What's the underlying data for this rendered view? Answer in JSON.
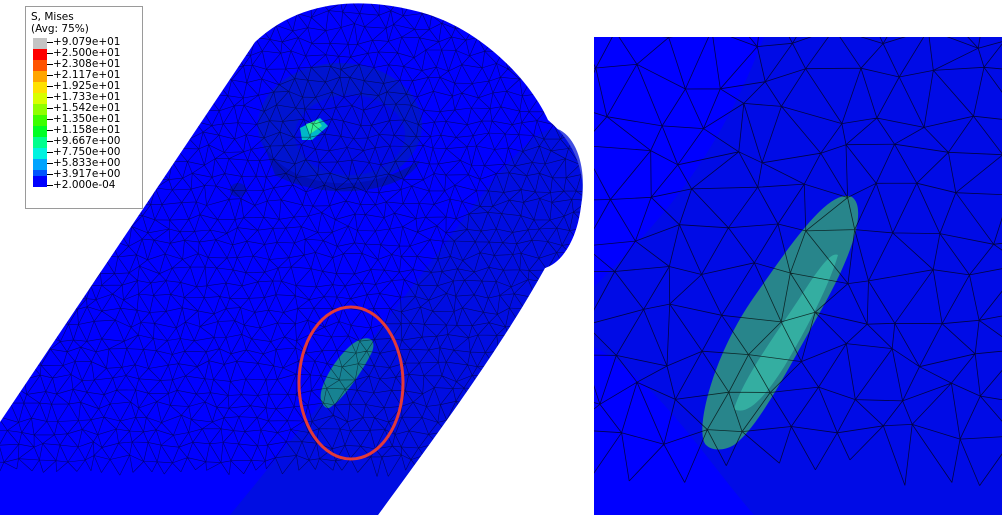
{
  "legend": {
    "title": "S, Mises",
    "subtitle": "(Avg: 75%)",
    "levels": [
      "+9.079e+01",
      "+2.500e+01",
      "+2.308e+01",
      "+2.117e+01",
      "+1.925e+01",
      "+1.733e+01",
      "+1.542e+01",
      "+1.350e+01",
      "+1.158e+01",
      "+9.667e+00",
      "+7.750e+00",
      "+5.833e+00",
      "+3.917e+00",
      "+2.000e-04"
    ],
    "colors": [
      "#c4c4c4",
      "#ff0000",
      "#ff5300",
      "#ffa500",
      "#ffe100",
      "#d8ff00",
      "#8fff00",
      "#3cff00",
      "#00ff24",
      "#00ff8d",
      "#00f3e0",
      "#00a4ff",
      "#0055ff",
      "#0000ff"
    ]
  },
  "colors": {
    "mesh_base": "#0000ff",
    "mesh_shade": "#0018dc",
    "highlight_ring": "#e33a3a",
    "stress_region": "#1a8f8a"
  }
}
